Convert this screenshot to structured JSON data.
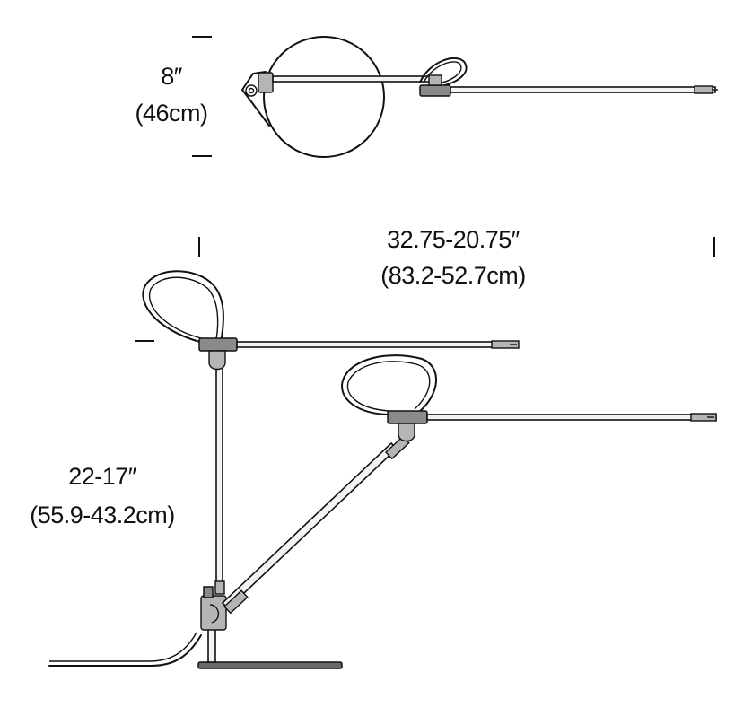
{
  "top_view": {
    "dimension_line1": "8″",
    "dimension_line2": "(46cm)"
  },
  "side_view": {
    "width_line1": "32.75-20.75″",
    "width_line2": "(83.2-52.7cm)",
    "height_line1": "22-17″",
    "height_line2": "(55.9-43.2cm)"
  }
}
